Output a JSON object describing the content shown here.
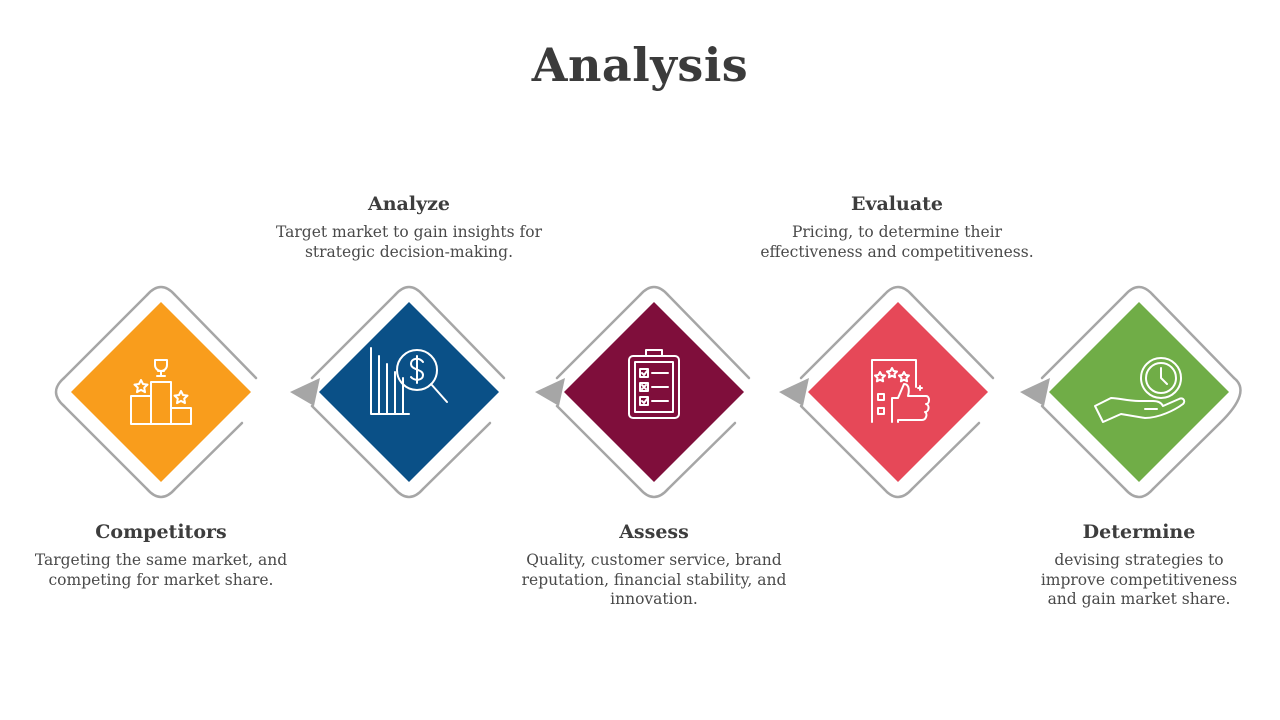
{
  "title": "Analysis",
  "steps": [
    {
      "title": "Competitors",
      "description": "Targeting the same market, and competing for market share.",
      "icon": "trophy-podium-icon",
      "color": "#F99D1C"
    },
    {
      "title": "Analyze",
      "description": "Target market to gain insights for strategic decision-making.",
      "icon": "bar-chart-magnifier-dollar-icon",
      "color": "#0A5087"
    },
    {
      "title": "Assess",
      "description": "Quality, customer service, brand reputation, financial stability, and innovation.",
      "icon": "clipboard-checklist-icon",
      "color": "#7F0E3B"
    },
    {
      "title": "Evaluate",
      "description": "Pricing, to determine their effectiveness and competitiveness.",
      "icon": "rating-thumbs-up-icon",
      "color": "#E64858"
    },
    {
      "title": "Determine",
      "description": "devising strategies to improve competitiveness and gain market share.",
      "icon": "hand-clock-icon",
      "color": "#70AD47"
    }
  ],
  "connector_color": "#A6A6A6"
}
